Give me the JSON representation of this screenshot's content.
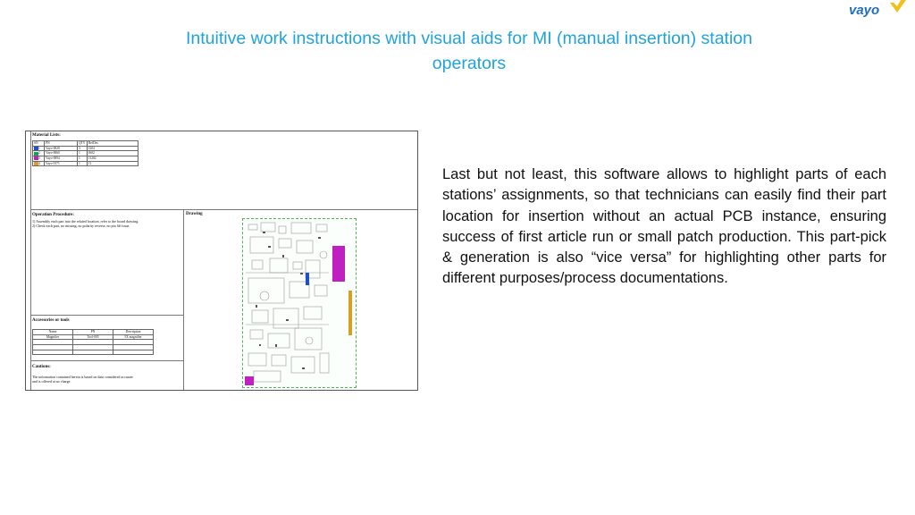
{
  "logo": {
    "text": "vayo"
  },
  "title": {
    "line1": "Intuitive work instructions with visual aids for MI (manual insertion) station",
    "line2": "operators"
  },
  "body_text": "Last but not least, this software allows to highlight parts of each stations’ assignments, so that technicians can easily find their part location for insertion without an actual PCB instance, ensuring success of first article run or small patch production. This part-pick & generation is also “vice versa” for highlighting other parts for different purposes/process documentations.",
  "sheet": {
    "material_list": {
      "title": "Material Lists:",
      "headers": [
        "SN",
        "PN",
        "QTY",
        "RefDes"
      ],
      "rows": [
        {
          "sn": "1",
          "pn": "Vayo-0020",
          "qty": "3",
          "ref": "J204",
          "color": "#1e50c8"
        },
        {
          "sn": "2",
          "pn": "Vayo-0060",
          "qty": "1",
          "ref": "J602",
          "color": "#18a055"
        },
        {
          "sn": "3",
          "pn": "Vayo-0094",
          "qty": "1",
          "ref": "J1202",
          "color": "#c020c0"
        },
        {
          "sn": "4",
          "pn": "Vayo-0171",
          "qty": "1",
          "ref": "J1",
          "color": "#d8a020"
        }
      ]
    },
    "operation_procedure": {
      "title": "Operation Procedure:",
      "step1": "1) Assembly each part into the related location, refer to the board drawing.",
      "step2": "2) Check each part, no missing, no polarity reverse, no pin lift issue."
    },
    "drawing": {
      "title": "Drawing"
    },
    "accessories": {
      "title": "Accessories or tools",
      "headers": [
        "Name",
        "PN",
        "Description"
      ],
      "rows": [
        {
          "name": "Magnifier",
          "pn": "Tool-005",
          "desc": "5X magnifier"
        }
      ]
    },
    "cautions": {
      "title": "Cautions:",
      "line1": "The information contained herein is based on data considered accurate",
      "line2": "and is offered at no charge."
    }
  }
}
